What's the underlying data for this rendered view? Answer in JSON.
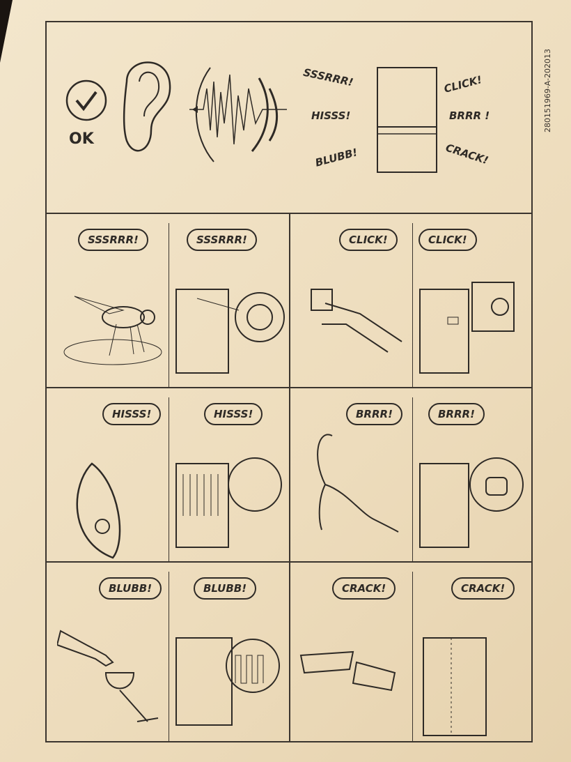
{
  "document_code": "280151969-A-202013",
  "intro": {
    "ok_label": "OK",
    "sounds_left": [
      "SSSRRR!",
      "HISSS!",
      "BLUBB!"
    ],
    "sounds_right": [
      "CLICK!",
      "BRRR !",
      "CRACK!"
    ]
  },
  "panels": [
    {
      "left_sound": "SSSRRR!",
      "right_sound": "SSSRRR!"
    },
    {
      "left_sound": "CLICK!",
      "right_sound": "CLICK!"
    },
    {
      "left_sound": "HISSS!",
      "right_sound": "HISSS!"
    },
    {
      "left_sound": "BRRR!",
      "right_sound": "BRRR!"
    },
    {
      "left_sound": "BLUBB!",
      "right_sound": "BLUBB!"
    },
    {
      "left_sound": "CRACK!",
      "right_sound": "CRACK!"
    }
  ]
}
